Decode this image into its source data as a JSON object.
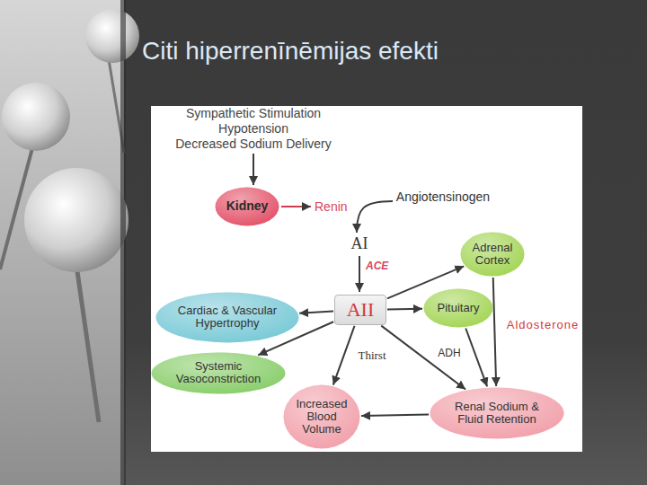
{
  "diagram": {
    "title": "Citi hiperrenīnēmijas efekti",
    "nodes": [
      {
        "text": [
          "Kidney"
        ]
      },
      {
        "text": [
          "Adrenal Cortex"
        ]
      },
      {
        "text": [
          "Cardiac & Vascular Hypertrophy"
        ]
      },
      {
        "text": [
          "AII"
        ]
      },
      {
        "text": [
          "Pituitary"
        ]
      },
      {
        "text": [
          "Systemic Vasoconstriction"
        ]
      },
      {
        "text": [
          "Increased Blood Volume"
        ]
      },
      {
        "text": [
          "Renal Sodium & Fluid Retention"
        ]
      }
    ],
    "edges": [
      {
        "from": 3,
        "to": 2,
        "arrow": "to"
      },
      {
        "from": 3,
        "to": 1,
        "arrow": "to"
      },
      {
        "from": 3,
        "to": 4,
        "arrow": "to"
      },
      {
        "from": 3,
        "to": 5,
        "arrow": "to"
      },
      {
        "from": 3,
        "to": 6,
        "label": "Thirst",
        "arrow": "to"
      },
      {
        "from": 3,
        "to": 7,
        "arrow": "to"
      },
      {
        "from": 4,
        "to": 7,
        "label": "ADH",
        "arrow": "to"
      },
      {
        "from": 1,
        "to": 7,
        "label": "Aldosterone",
        "arrow": "to"
      },
      {
        "from": 7,
        "to": 6,
        "arrow": "to"
      }
    ],
    "labels": [
      "Sympathetic Stimulation",
      "Hypotension",
      "Decreased Sodium Delivery",
      "Renin",
      "Angiotensinogen",
      "AI",
      "ACE"
    ]
  }
}
